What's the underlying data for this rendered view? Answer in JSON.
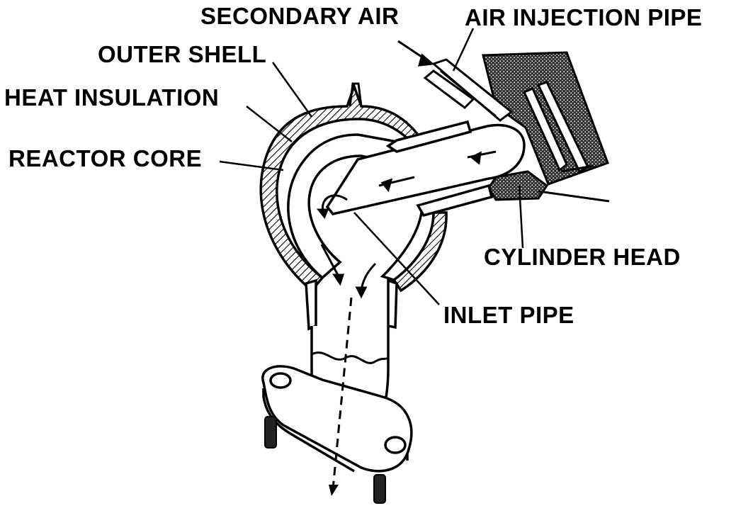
{
  "labels": {
    "secondary_air": "SECONDARY AIR",
    "air_injection_pipe": "AIR INJECTION PIPE",
    "outer_shell": "OUTER SHELL",
    "heat_insulation": "HEAT INSULATION",
    "reactor_core": "REACTOR CORE",
    "cylinder_head": "CYLINDER HEAD",
    "inlet_pipe": "INLET PIPE"
  },
  "colors": {
    "ink": "#000000",
    "paper": "#ffffff"
  }
}
